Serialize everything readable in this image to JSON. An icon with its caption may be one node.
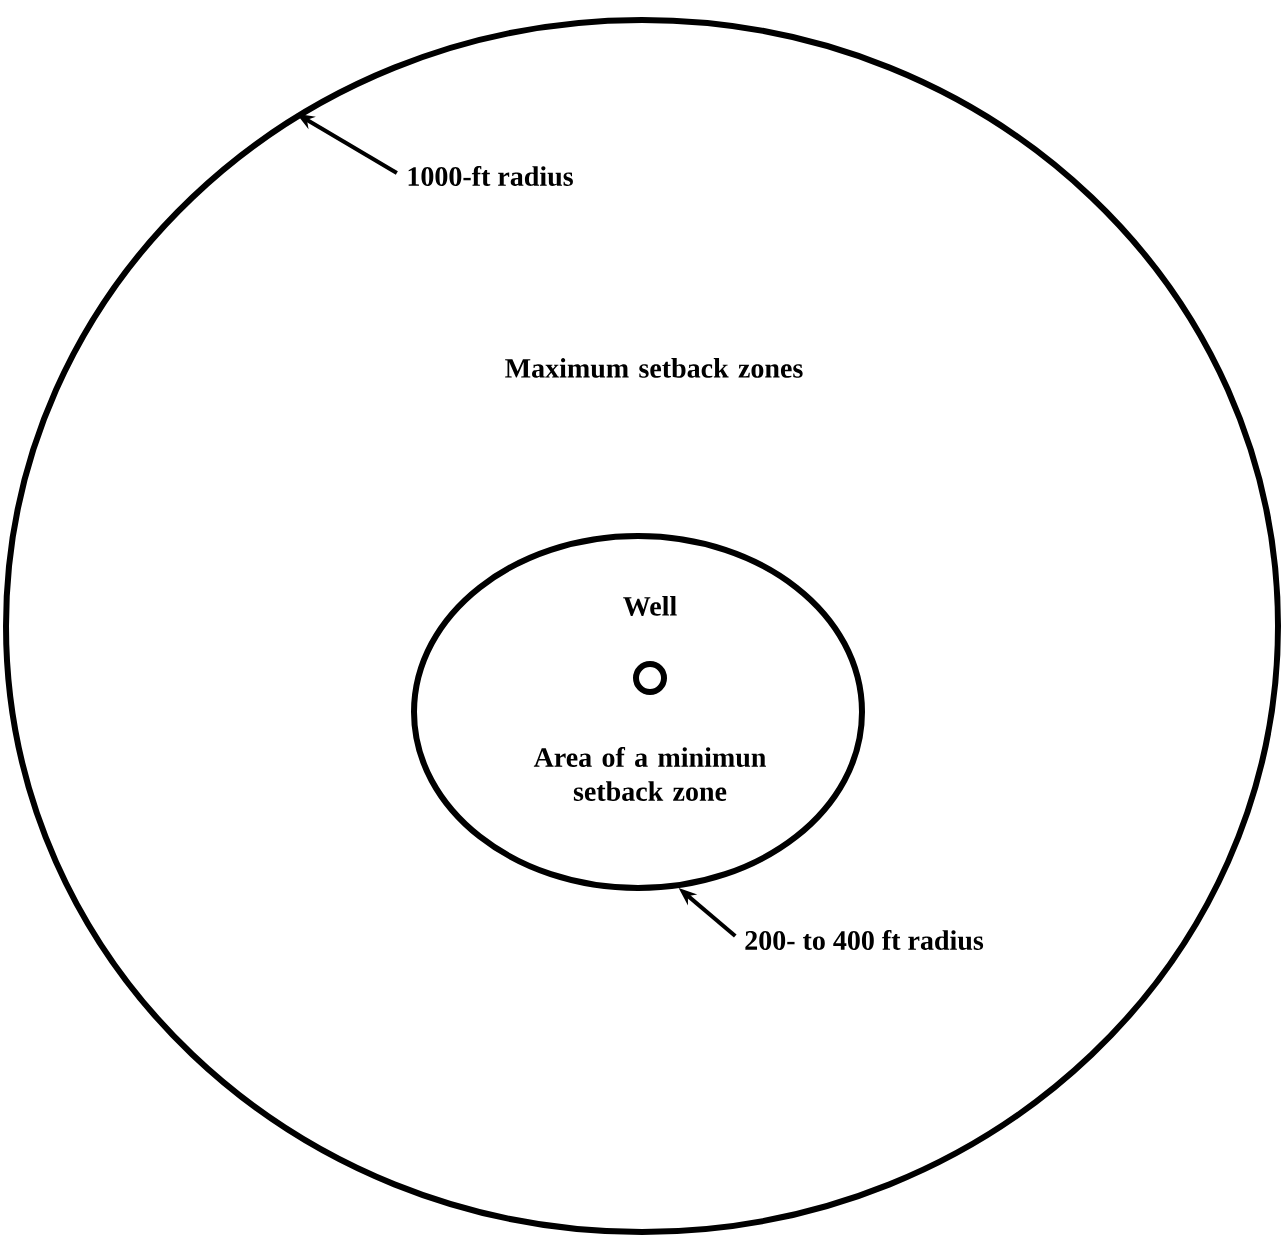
{
  "diagram": {
    "nodes": [
      {
        "text": [
          "Maximum setback zones"
        ]
      },
      {
        "text": [
          "1000-ft radius"
        ],
        "in": 0
      },
      {
        "text": [
          "Area of a minimun setback zone"
        ],
        "in": 0
      },
      {
        "text": [],
        "shape": "circle",
        "beside": [
          "Well"
        ],
        "in": 2
      },
      {
        "text": [
          "200- to 400 ft radius"
        ],
        "in": 0
      }
    ],
    "edges": [
      {
        "from": 1,
        "to": 0,
        "arrow": "to"
      },
      {
        "from": 4,
        "to": 2,
        "arrow": "to"
      }
    ]
  }
}
